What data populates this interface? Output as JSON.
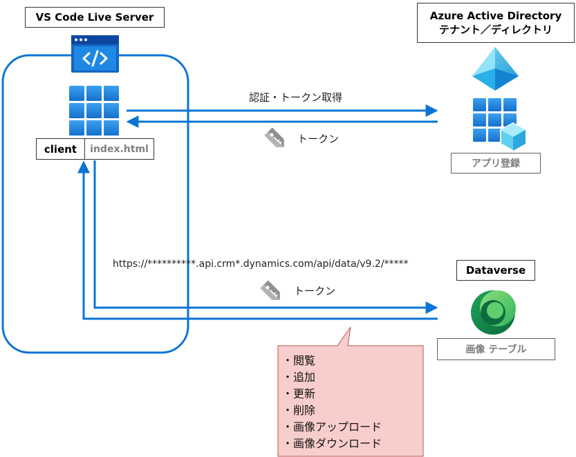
{
  "client_app": {
    "title": "VS Code Live Server",
    "client_label": "client",
    "file_label": "index.html"
  },
  "azure_ad": {
    "title_line1": "Azure Active Directory",
    "title_line2": "テナント／ディレクトリ",
    "app_registration_label": "アプリ登録"
  },
  "dataverse": {
    "title": "Dataverse",
    "table_label": "画像 テーブル"
  },
  "flows": {
    "auth_request": "認証・トークン取得",
    "token_return": "トークン",
    "api_url": "https://**********.api.crm*.dynamics.com/api/data/v9.2/*****",
    "api_token": "トークン"
  },
  "callout": {
    "operations": [
      "閲覧",
      "追加",
      "更新",
      "削除",
      "画像アップロード",
      "画像ダウンロード"
    ]
  },
  "colors": {
    "arrow_blue": "#0a74d6",
    "callout_fill": "#f8cecc",
    "callout_border": "#b85450",
    "tile_blue": "#1e88e5"
  }
}
